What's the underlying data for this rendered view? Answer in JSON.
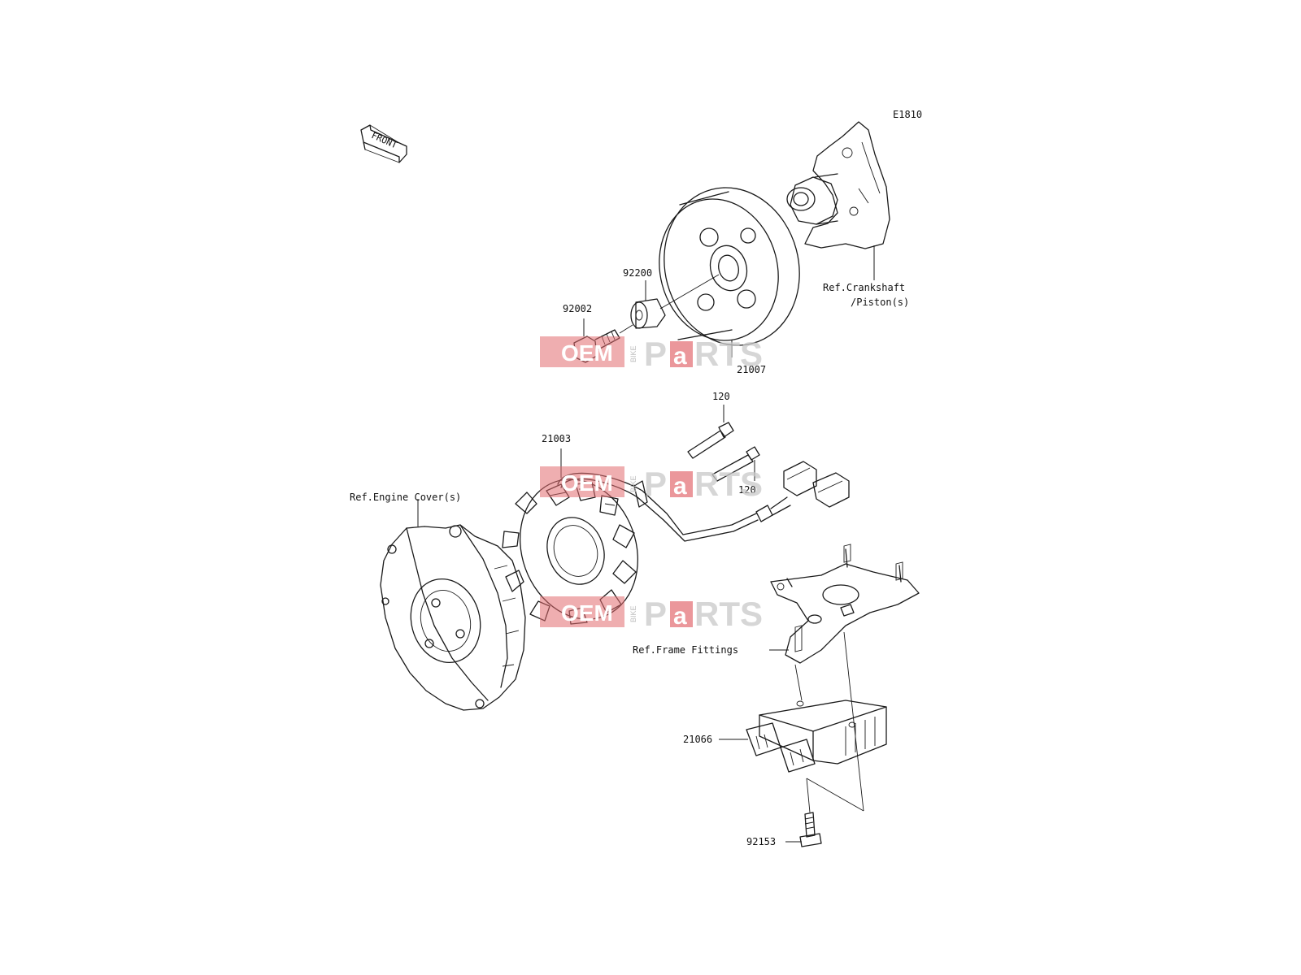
{
  "diagram_code": "E1810",
  "front_marker": "FRONT",
  "parts": {
    "p92200": "92200",
    "p92002": "92002",
    "p21007": "21007",
    "p120a": "120",
    "p120b": "120",
    "p21003": "21003",
    "p21066": "21066",
    "p92153": "92153"
  },
  "refs": {
    "crankshaft_line1": "Ref.Crankshaft",
    "crankshaft_line2": "/Piston(s)",
    "engine_cover": "Ref.Engine Cover(s)",
    "frame_fittings": "Ref.Frame Fittings"
  },
  "watermark": {
    "oem": "OEM",
    "bike": "BIKE",
    "p": "P",
    "a": "a",
    "rts": "RTS"
  }
}
